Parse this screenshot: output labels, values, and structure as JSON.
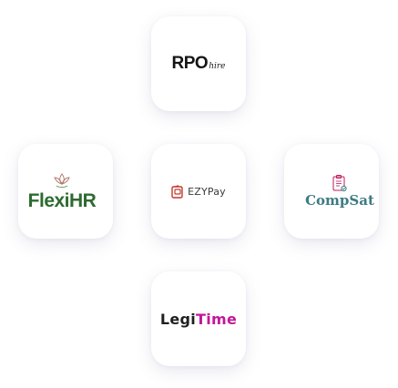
{
  "logos": {
    "rpo": {
      "main": "RPO",
      "suffix": "hire"
    },
    "flexihr": {
      "name": "FlexiHR",
      "color": "#2d6a2f",
      "icon": "lotus-icon"
    },
    "ezypay": {
      "name": "EZYPay",
      "color": "#c0392b",
      "icon": "wallet-icon"
    },
    "compsat": {
      "name": "CompSat",
      "color": "#3d7b82",
      "icon": "clipboard-check-icon"
    },
    "legitime": {
      "part1": "Legi",
      "part2": "Time",
      "accent": "#c2189a"
    }
  }
}
